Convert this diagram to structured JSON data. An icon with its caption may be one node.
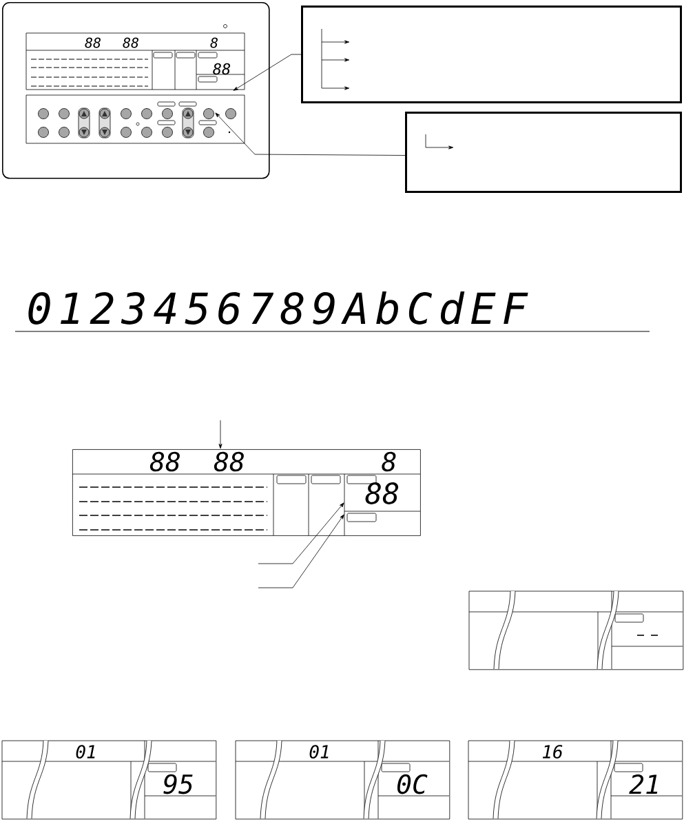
{
  "diagram": {
    "nodes": [
      {
        "text": [
          "88",
          "88",
          "8",
          "88"
        ]
      },
      {
        "text": [],
        "shape": "box"
      },
      {
        "text": [],
        "shape": "box"
      },
      {
        "text": [
          "88",
          "88",
          "8",
          "88"
        ]
      },
      {
        "text": [],
        "shape": "box"
      },
      {
        "text": [
          "01",
          "95"
        ]
      },
      {
        "text": [
          "01",
          "0C"
        ]
      },
      {
        "text": [
          "16",
          "21"
        ]
      }
    ],
    "edges": [
      {
        "from": 1,
        "to": 0,
        "arrow": "to"
      },
      {
        "from": 2,
        "to": 0,
        "arrow": "to"
      },
      {
        "from": null,
        "to": 3,
        "arrow": "to"
      },
      {
        "from": null,
        "to": 3,
        "arrow": "to"
      },
      {
        "from": null,
        "to": 3,
        "arrow": "to"
      }
    ],
    "labels": [
      "0123456789AbCdEF"
    ]
  }
}
